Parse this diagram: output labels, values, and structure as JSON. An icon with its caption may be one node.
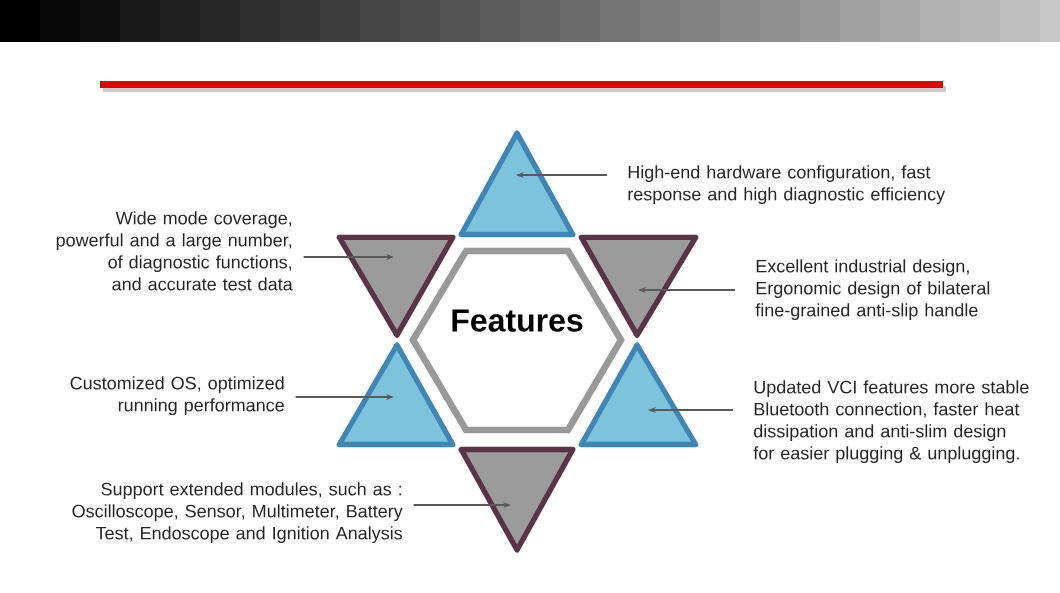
{
  "diagram": {
    "nodes": [
      {
        "text": [
          "Features"
        ]
      },
      {
        "text": [],
        "shape": "triangle"
      },
      {
        "text": [],
        "shape": "triangle"
      },
      {
        "text": [],
        "shape": "triangle"
      },
      {
        "text": [],
        "shape": "triangle"
      },
      {
        "text": [],
        "shape": "triangle"
      },
      {
        "text": [],
        "shape": "triangle"
      },
      {
        "text": [
          "High-end hardware configuration, fast response and high diagnostic efficiency"
        ]
      },
      {
        "text": [
          "Wide mode coverage, powerful and a large number, of diagnostic functions, and accurate test data"
        ]
      },
      {
        "text": [
          "Excellent industrial design, Ergonomic design of bilateral fine-grained anti-slip handle"
        ]
      },
      {
        "text": [
          "Customized OS, optimized running performance"
        ]
      },
      {
        "text": [
          "Updated VCI features more stable Bluetooth connection, faster heat dissipation and anti-slim design for easier plugging & unplugging."
        ]
      },
      {
        "text": [
          "Support extended modules, such as : Oscilloscope, Sensor, Multimeter,  Battery Test, Endoscope and Ignition Analysis"
        ]
      }
    ],
    "edges": [
      {
        "from": 7,
        "to": 1,
        "arrow": "to"
      },
      {
        "from": 8,
        "to": 2,
        "arrow": "to"
      },
      {
        "from": 9,
        "to": 3,
        "arrow": "to"
      },
      {
        "from": 10,
        "to": 4,
        "arrow": "to"
      },
      {
        "from": 11,
        "to": 5,
        "arrow": "to"
      },
      {
        "from": 12,
        "to": 6,
        "arrow": "to"
      }
    ]
  }
}
